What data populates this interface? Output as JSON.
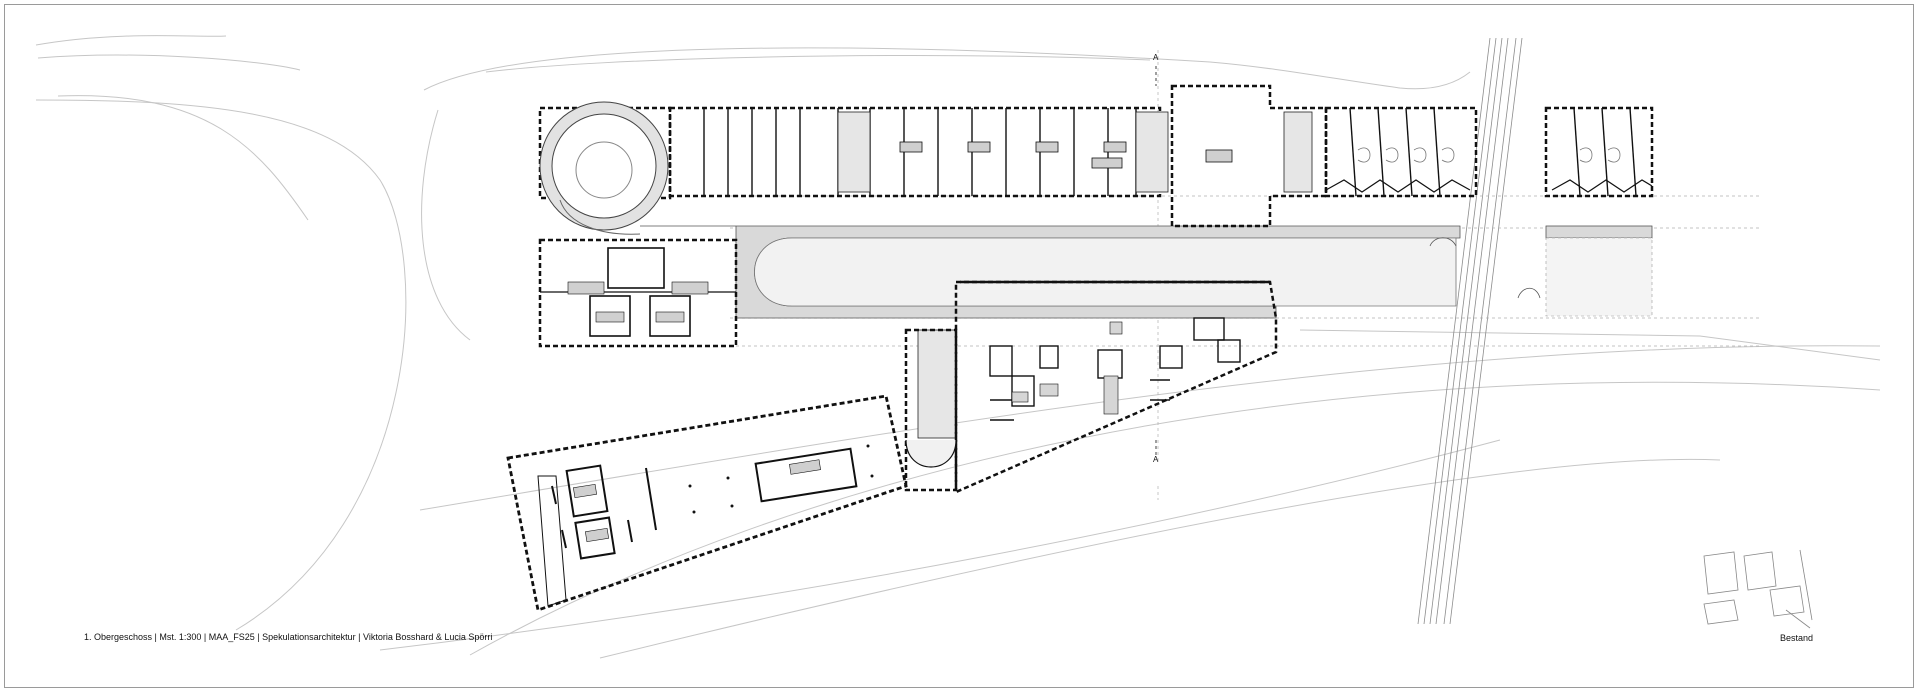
{
  "drawing": {
    "caption": "1. Obergeschoss | Mst. 1:300 | MAA_FS25 | Spekulationsarchitektur | Viktoria Bosshard & Lucia Spörri",
    "key_plan_label": "Bestand",
    "section_marker": "A"
  },
  "colors": {
    "paper": "#ffffff",
    "line": "#111111",
    "light_line": "#bdbdbd",
    "corridor_fill": "#d9d9d9",
    "courtyard_fill": "#f0f0f0"
  }
}
